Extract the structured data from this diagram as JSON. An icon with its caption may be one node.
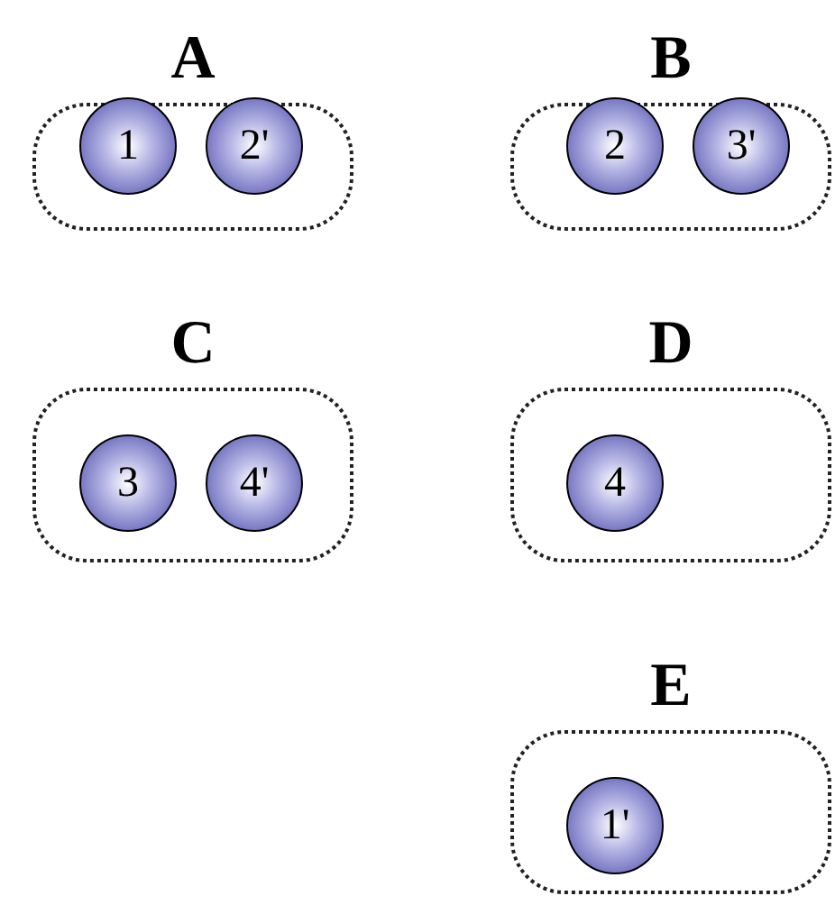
{
  "diagram": {
    "nodes": [
      {
        "text": [
          "A"
        ]
      },
      {
        "text": [
          "1"
        ],
        "in": 0
      },
      {
        "text": [
          "2'"
        ],
        "in": 0
      },
      {
        "text": [
          "B"
        ]
      },
      {
        "text": [
          "2"
        ],
        "in": 3
      },
      {
        "text": [
          "3'"
        ],
        "in": 3
      },
      {
        "text": [
          "C"
        ]
      },
      {
        "text": [
          "3"
        ],
        "in": 6
      },
      {
        "text": [
          "4'"
        ],
        "in": 6
      },
      {
        "text": [
          "D"
        ]
      },
      {
        "text": [
          "4"
        ],
        "in": 9
      },
      {
        "text": [
          "E"
        ]
      },
      {
        "text": [
          "1'"
        ],
        "in": 11
      }
    ]
  }
}
